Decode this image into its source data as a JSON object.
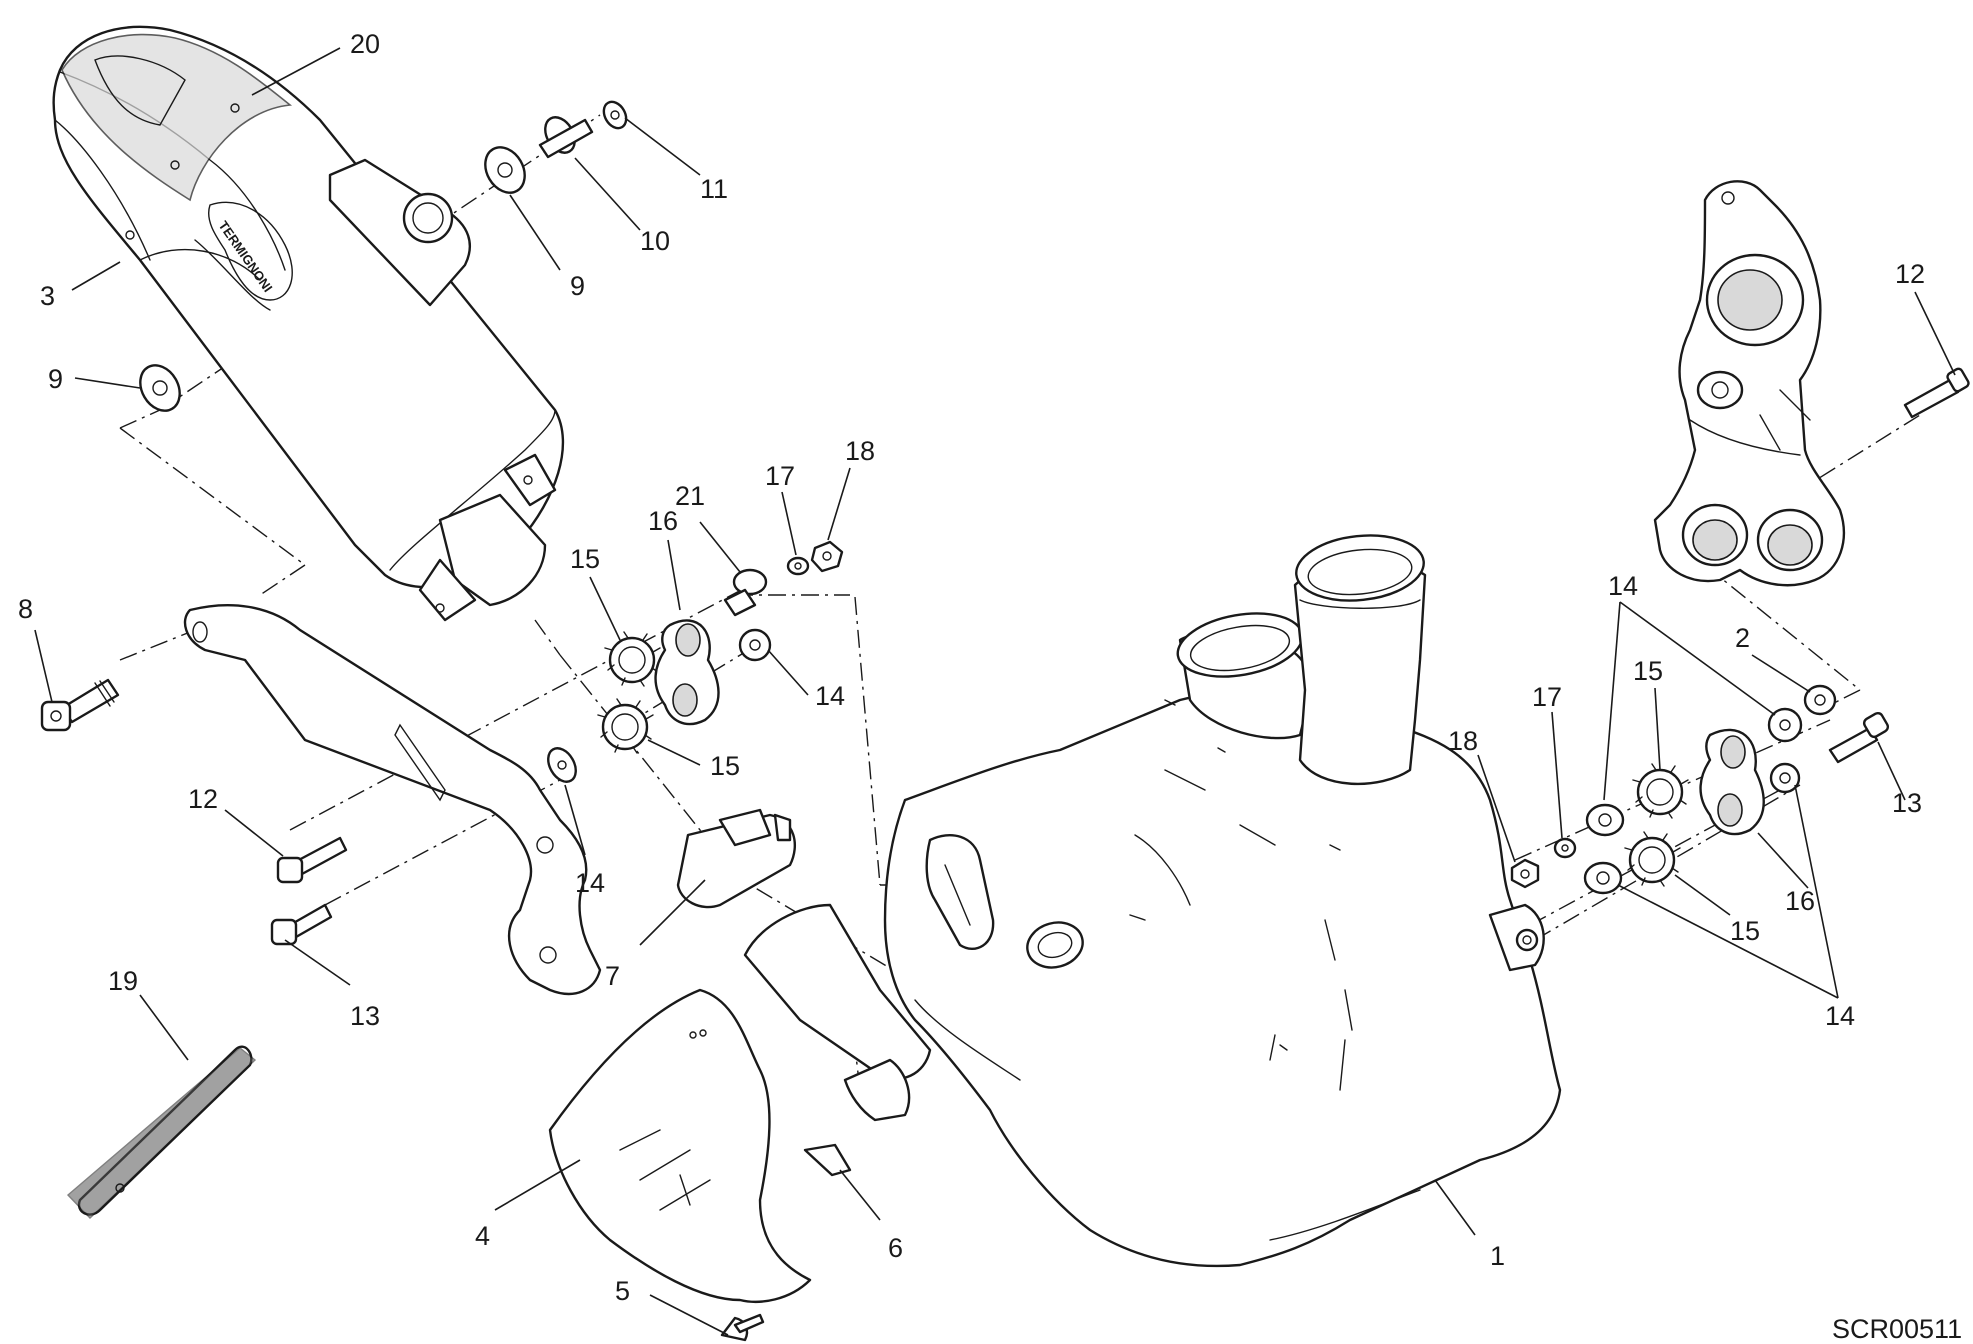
{
  "diagram": {
    "drawing_code": "SCR00511",
    "brand_lettering": "TERMIGNONI",
    "callouts": [
      {
        "id": "c20",
        "label": "20",
        "part": "muffler-screw"
      },
      {
        "id": "c3",
        "label": "3",
        "part": "silencer"
      },
      {
        "id": "c9a",
        "label": "9",
        "part": "washer-upper"
      },
      {
        "id": "c10",
        "label": "10",
        "part": "spacer"
      },
      {
        "id": "c11",
        "label": "11",
        "part": "nut-upper"
      },
      {
        "id": "c9b",
        "label": "9",
        "part": "washer-left"
      },
      {
        "id": "c8",
        "label": "8",
        "part": "bracket-screw"
      },
      {
        "id": "c12a",
        "label": "12",
        "part": "screw-left"
      },
      {
        "id": "c13a",
        "label": "13",
        "part": "screw-lower-left"
      },
      {
        "id": "c14a",
        "label": "14",
        "part": "washer-bracket"
      },
      {
        "id": "c15a",
        "label": "15",
        "part": "rubber-upper-left"
      },
      {
        "id": "c16a",
        "label": "16",
        "part": "mount-left"
      },
      {
        "id": "c21",
        "label": "21",
        "part": "bushing"
      },
      {
        "id": "c17a",
        "label": "17",
        "part": "washer-small-left"
      },
      {
        "id": "c18a",
        "label": "18",
        "part": "nut-left"
      },
      {
        "id": "c14b",
        "label": "14",
        "part": "washer-mount-left"
      },
      {
        "id": "c15b",
        "label": "15",
        "part": "rubber-lower-left"
      },
      {
        "id": "c7",
        "label": "7",
        "part": "clamp"
      },
      {
        "id": "c19",
        "label": "19",
        "part": "band"
      },
      {
        "id": "c4",
        "label": "4",
        "part": "heat-shield"
      },
      {
        "id": "c5",
        "label": "5",
        "part": "shield-screw"
      },
      {
        "id": "c6",
        "label": "6",
        "part": "clip"
      },
      {
        "id": "c1",
        "label": "1",
        "part": "manifold-box"
      },
      {
        "id": "c12b",
        "label": "12",
        "part": "screw-right"
      },
      {
        "id": "c14c",
        "label": "14",
        "part": "washer-upper-right"
      },
      {
        "id": "c2",
        "label": "2",
        "part": "washer-right"
      },
      {
        "id": "c15c",
        "label": "15",
        "part": "rubber-upper-right"
      },
      {
        "id": "c17b",
        "label": "17",
        "part": "washer-small-right"
      },
      {
        "id": "c18b",
        "label": "18",
        "part": "nut-right"
      },
      {
        "id": "c13b",
        "label": "13",
        "part": "screw-lower-right"
      },
      {
        "id": "c16b",
        "label": "16",
        "part": "mount-right"
      },
      {
        "id": "c15d",
        "label": "15",
        "part": "rubber-lower-right"
      },
      {
        "id": "c14d",
        "label": "14",
        "part": "washer-lower-right"
      }
    ]
  }
}
